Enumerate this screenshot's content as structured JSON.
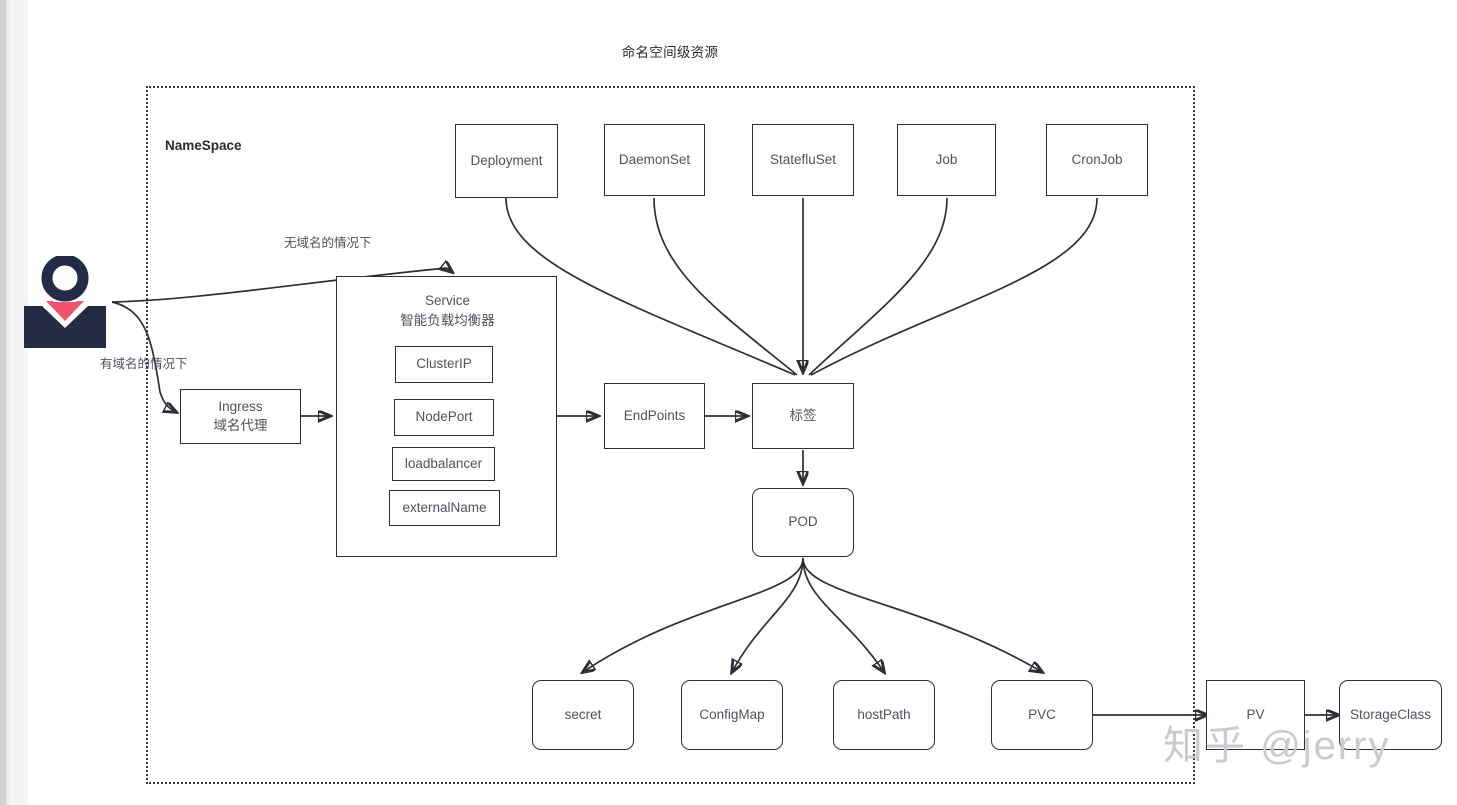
{
  "title": "命名空间级资源",
  "namespace": {
    "label": "NameSpace"
  },
  "watermark": "知乎 @jerry",
  "colors": {
    "node_border": "#2d2f36",
    "node_text": "#50535c",
    "frame": "#3a3a3a",
    "user_icon_body": "#232b45",
    "user_icon_accent": "#f2546b",
    "watermark": "#c9cbce"
  },
  "edge_labels": {
    "no_domain": "无域名的情况下",
    "with_domain": "有域名的情况下"
  },
  "workloads": [
    {
      "id": "deployment",
      "label": "Deployment"
    },
    {
      "id": "daemonset",
      "label": "DaemonSet"
    },
    {
      "id": "statefulset",
      "label": "StatefluSet"
    },
    {
      "id": "job",
      "label": "Job"
    },
    {
      "id": "cronjob",
      "label": "CronJob"
    }
  ],
  "service": {
    "title_line1": "Service",
    "title_line2": "智能负载均衡器",
    "types": [
      {
        "id": "clusterip",
        "label": "ClusterIP"
      },
      {
        "id": "nodeport",
        "label": "NodePort"
      },
      {
        "id": "loadbalancer",
        "label": "loadbalancer"
      },
      {
        "id": "externalname",
        "label": "externalName"
      }
    ]
  },
  "ingress": {
    "line1": "Ingress",
    "line2": "域名代理"
  },
  "pipeline": [
    {
      "id": "endpoints",
      "label": "EndPoints"
    },
    {
      "id": "labels",
      "label": "标签"
    },
    {
      "id": "pod",
      "label": "POD"
    }
  ],
  "pod_mounts": [
    {
      "id": "secret",
      "label": "secret"
    },
    {
      "id": "configmap",
      "label": "ConfigMap"
    },
    {
      "id": "hostpath",
      "label": "hostPath"
    },
    {
      "id": "pvc",
      "label": "PVC"
    }
  ],
  "cluster_storage": [
    {
      "id": "pv",
      "label": "PV"
    },
    {
      "id": "storageclass",
      "label": "StorageClass"
    }
  ],
  "chart_data": {
    "type": "diagram",
    "title": "命名空间级资源",
    "nodes": [
      "Deployment",
      "DaemonSet",
      "StatefluSet",
      "Job",
      "CronJob",
      "Service 智能负载均衡器",
      "ClusterIP",
      "NodePort",
      "loadbalancer",
      "externalName",
      "Ingress 域名代理",
      "EndPoints",
      "标签",
      "POD",
      "secret",
      "ConfigMap",
      "hostPath",
      "PVC",
      "PV",
      "StorageClass"
    ],
    "edges": [
      {
        "from": "user",
        "to": "Service 智能负载均衡器",
        "label": "无域名的情况下"
      },
      {
        "from": "user",
        "to": "Ingress 域名代理",
        "label": "有域名的情况下"
      },
      {
        "from": "Ingress 域名代理",
        "to": "Service 智能负载均衡器",
        "label": ""
      },
      {
        "from": "Service 智能负载均衡器",
        "to": "EndPoints",
        "label": ""
      },
      {
        "from": "EndPoints",
        "to": "标签",
        "label": ""
      },
      {
        "from": "Deployment",
        "to": "标签",
        "label": ""
      },
      {
        "from": "DaemonSet",
        "to": "标签",
        "label": ""
      },
      {
        "from": "StatefluSet",
        "to": "标签",
        "label": ""
      },
      {
        "from": "Job",
        "to": "标签",
        "label": ""
      },
      {
        "from": "CronJob",
        "to": "标签",
        "label": ""
      },
      {
        "from": "标签",
        "to": "POD",
        "label": ""
      },
      {
        "from": "POD",
        "to": "secret",
        "label": ""
      },
      {
        "from": "POD",
        "to": "ConfigMap",
        "label": ""
      },
      {
        "from": "POD",
        "to": "hostPath",
        "label": ""
      },
      {
        "from": "POD",
        "to": "PVC",
        "label": ""
      },
      {
        "from": "PVC",
        "to": "PV",
        "label": ""
      },
      {
        "from": "PV",
        "to": "StorageClass",
        "label": ""
      }
    ]
  }
}
